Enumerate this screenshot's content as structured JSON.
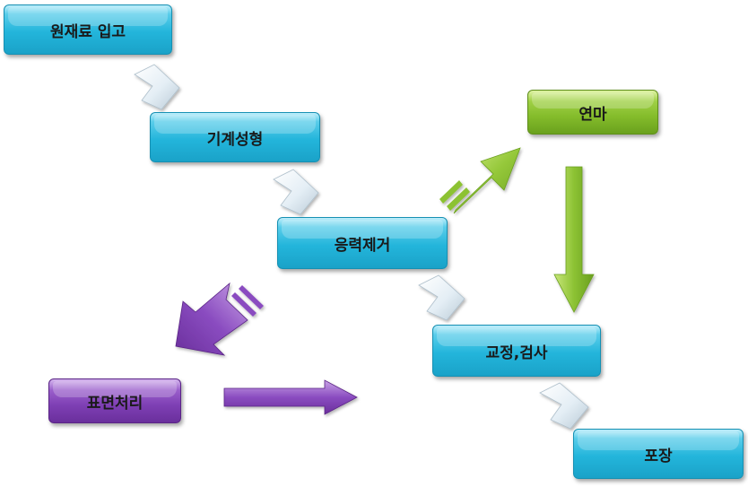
{
  "diagram": {
    "nodes": [
      {
        "id": "raw-material",
        "label": "원재료 입고",
        "color": "cyan"
      },
      {
        "id": "machining",
        "label": "기계성형",
        "color": "cyan"
      },
      {
        "id": "stress-relief",
        "label": "응력제거",
        "color": "cyan"
      },
      {
        "id": "polishing",
        "label": "연마",
        "color": "green"
      },
      {
        "id": "surface-treatment",
        "label": "표면처리",
        "color": "purple"
      },
      {
        "id": "inspection",
        "label": "교정,검사",
        "color": "cyan"
      },
      {
        "id": "packing",
        "label": "포장",
        "color": "cyan"
      }
    ],
    "edges": [
      {
        "from": "raw-material",
        "to": "machining",
        "style": "chevron"
      },
      {
        "from": "machining",
        "to": "stress-relief",
        "style": "chevron"
      },
      {
        "from": "stress-relief",
        "to": "polishing",
        "style": "striped-arrow",
        "color": "green"
      },
      {
        "from": "polishing",
        "to": "inspection",
        "style": "arrow",
        "color": "green"
      },
      {
        "from": "stress-relief",
        "to": "inspection",
        "style": "chevron"
      },
      {
        "from": "stress-relief",
        "to": "surface-treatment",
        "style": "striped-arrow",
        "color": "purple"
      },
      {
        "from": "surface-treatment",
        "to": "inspection",
        "style": "arrow",
        "color": "purple"
      },
      {
        "from": "inspection",
        "to": "packing",
        "style": "chevron"
      }
    ]
  },
  "colors": {
    "cyan": "#23b5db",
    "green": "#84bc2b",
    "purple": "#7e3fb4",
    "chevron": "#e8f2f8"
  }
}
